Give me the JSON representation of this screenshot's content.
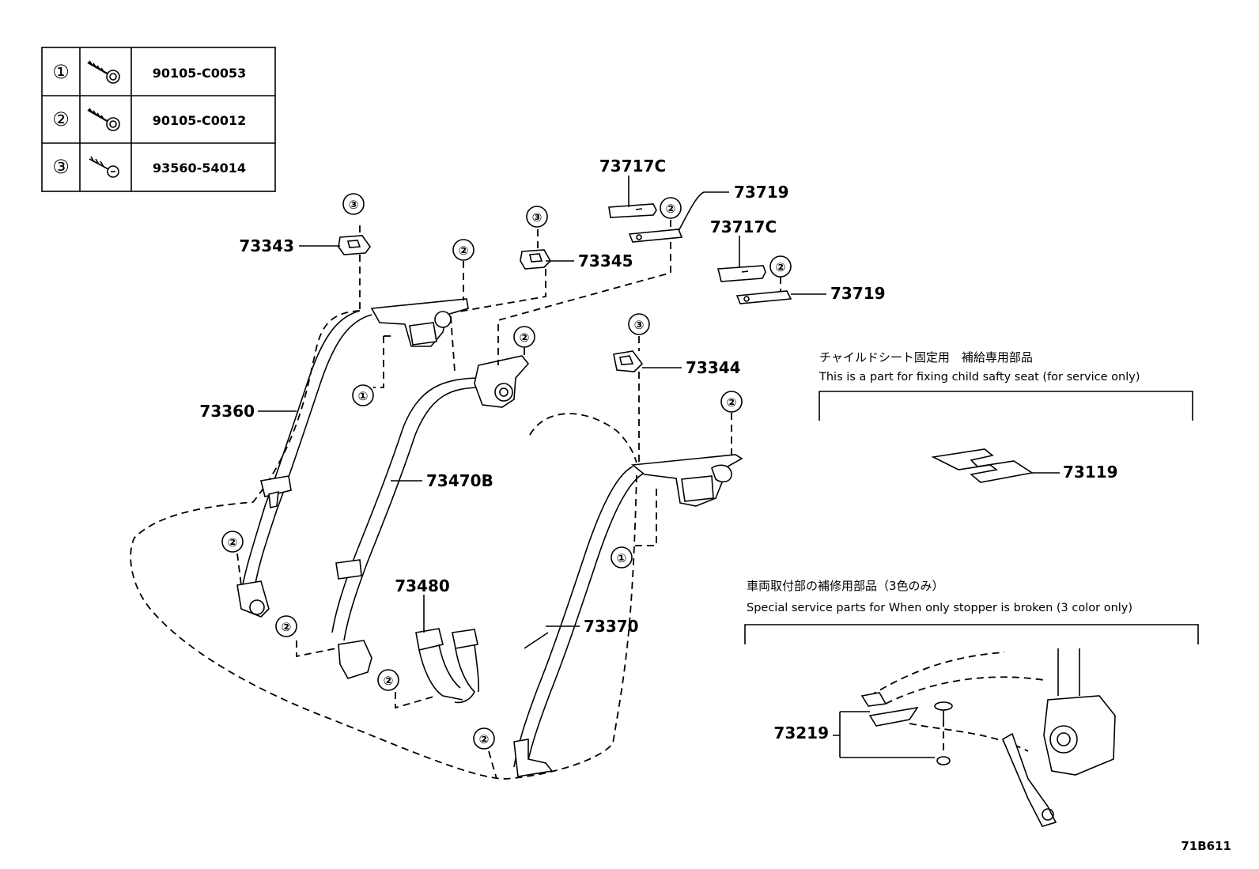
{
  "fastener_table": [
    {
      "ref": "①",
      "part_no": "90105-C0053",
      "icon": "bolt-icon"
    },
    {
      "ref": "②",
      "part_no": "90105-C0012",
      "icon": "bolt-icon"
    },
    {
      "ref": "③",
      "part_no": "93560-54014",
      "icon": "screw-icon"
    }
  ],
  "parts": {
    "p73343": "73343",
    "p73345": "73345",
    "p73717c_a": "73717C",
    "p73717c_b": "73717C",
    "p73719_a": "73719",
    "p73719_b": "73719",
    "p73344": "73344",
    "p73360": "73360",
    "p73470b": "73470B",
    "p73480": "73480",
    "p73370": "73370",
    "p73119": "73119",
    "p73219": "73219"
  },
  "callouts": {
    "one": "①",
    "two": "②",
    "three": "③"
  },
  "notes": {
    "child_seat_jp": "チャイルドシート固定用　補給専用部品",
    "child_seat_en": "This is a part for fixing child safty seat (for service only)",
    "stopper_jp": "車両取付部の補修用部品（3色のみ）",
    "stopper_en": "Special service parts for When only stopper is broken (3 color only)"
  },
  "figure_id": "71B611"
}
